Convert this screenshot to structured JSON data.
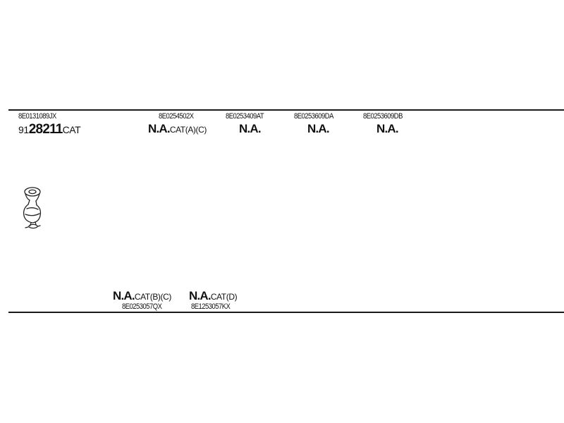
{
  "top_parts": [
    {
      "part_number": "8E0131089JX",
      "prefix": "91",
      "bold": "28211",
      "suffix": "CAT"
    },
    {
      "part_number": "8E0254502X",
      "prefix": "",
      "bold": "N.A.",
      "suffix": "CAT(A)(C)"
    },
    {
      "part_number": "8E0253409AT",
      "prefix": "",
      "bold": "N.A.",
      "suffix": ""
    },
    {
      "part_number": "8E0253609DA",
      "prefix": "",
      "bold": "N.A.",
      "suffix": ""
    },
    {
      "part_number": "8E0253609DB",
      "prefix": "",
      "bold": "N.A.",
      "suffix": ""
    }
  ],
  "bottom_parts": [
    {
      "part_number": "8E0253057QX",
      "bold": "N.A.",
      "suffix": "CAT(B)(C)"
    },
    {
      "part_number": "8E1253057KX",
      "bold": "N.A.",
      "suffix": "CAT(D)"
    }
  ],
  "drawing": {
    "icon": "catalytic-converter-icon",
    "stroke": "#222222"
  }
}
